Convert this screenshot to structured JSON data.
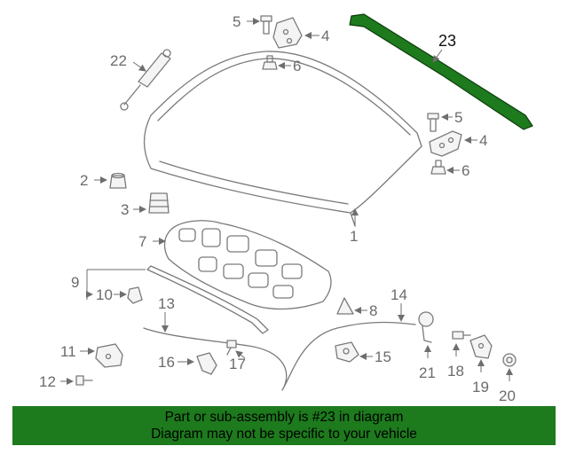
{
  "diagram": {
    "highlight_color": "#1d7a1d",
    "callouts": [
      "1",
      "2",
      "3",
      "4",
      "4",
      "5",
      "5",
      "6",
      "6",
      "7",
      "8",
      "9",
      "10",
      "11",
      "12",
      "13",
      "14",
      "15",
      "16",
      "17",
      "18",
      "19",
      "20",
      "21",
      "22",
      "23"
    ]
  },
  "footer": {
    "line1": "Part or sub-assembly is #23 in diagram",
    "line2": "Diagram may not be specific to your vehicle",
    "background": "#1d7a1d"
  }
}
